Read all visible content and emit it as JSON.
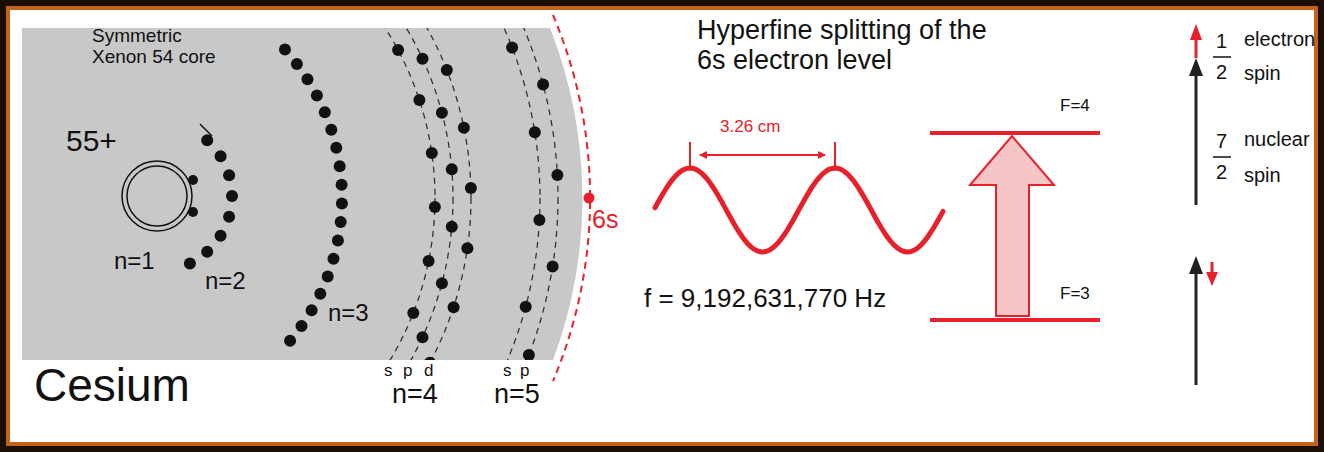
{
  "diagram": {
    "title": "Hyperfine splitting of the 6s electron level",
    "labels": [
      "Symmetric Xenon 54 core",
      "55+",
      "n=1",
      "n=2",
      "n=3",
      "s",
      "p",
      "d",
      "n=4",
      "s",
      "p",
      "n=5",
      "6s",
      "Cesium",
      "3.26 cm",
      "f = 9,192,631,770 Hz",
      "F=4",
      "F=3",
      "1",
      "2",
      "electron",
      "spin",
      "7",
      "2",
      "nuclear",
      "spin"
    ]
  }
}
